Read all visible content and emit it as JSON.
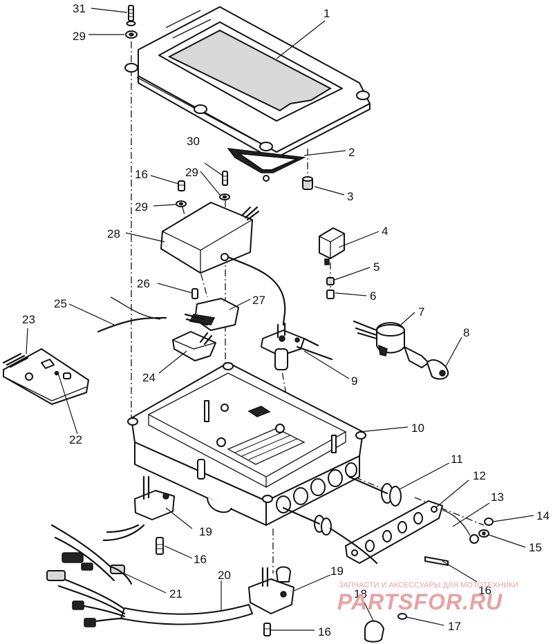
{
  "callouts": {
    "c1": "1",
    "c2": "2",
    "c3": "3",
    "c4": "4",
    "c5": "5",
    "c6": "6",
    "c7": "7",
    "c8": "8",
    "c9": "9",
    "c10": "10",
    "c11": "11",
    "c12": "12",
    "c13": "13",
    "c14": "14",
    "c15": "15",
    "c16a": "16",
    "c16b": "16",
    "c16c": "16",
    "c16d": "16",
    "c17": "17",
    "c18": "18",
    "c19a": "19",
    "c19b": "19",
    "c20": "20",
    "c21": "21",
    "c22": "22",
    "c23": "23",
    "c24": "24",
    "c25": "25",
    "c26": "26",
    "c27": "27",
    "c28": "28",
    "c29a": "29",
    "c29b": "29",
    "c29c": "29",
    "c30": "30",
    "c31": "31"
  },
  "watermark": {
    "tagline": "ЗАПЧАСТИ И АКСЕССУАРЫ ДЛЯ МОТОТЕХНИКИ",
    "logo": "PARTSFOR.RU"
  },
  "colors": {
    "line": "#111111",
    "watermark": "#e8a2a4"
  }
}
